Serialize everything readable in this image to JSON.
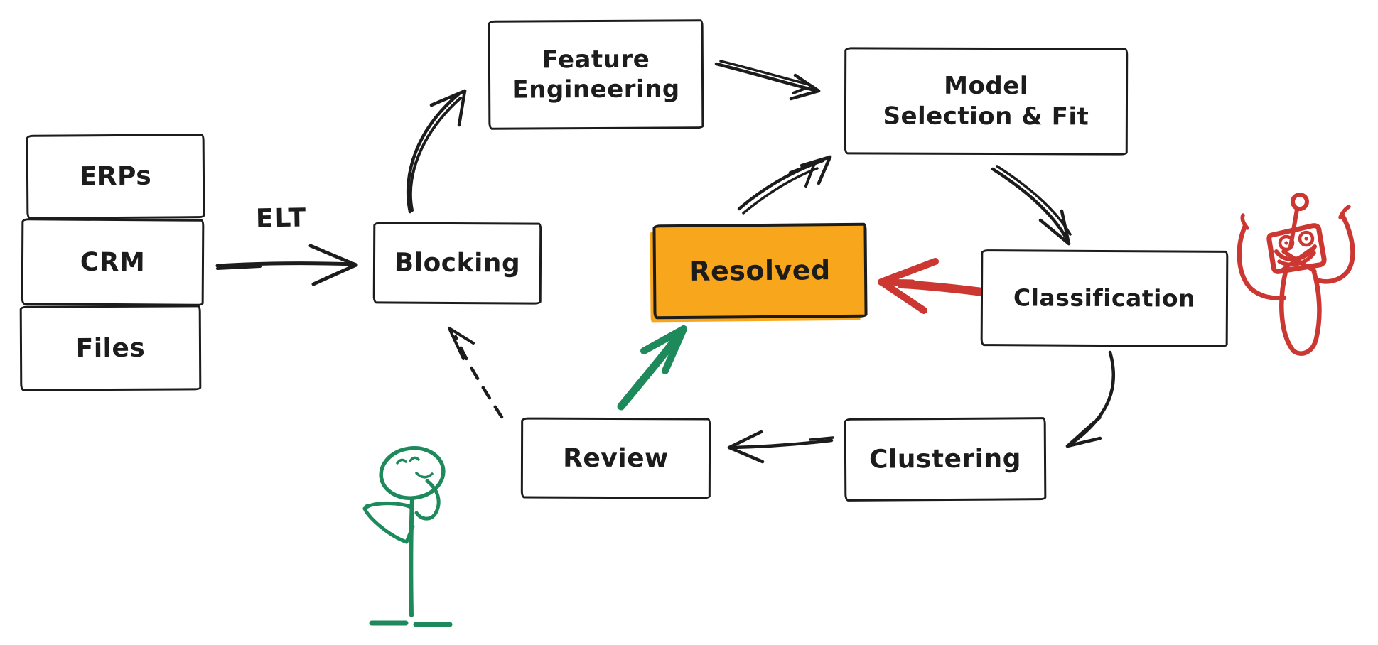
{
  "colors": {
    "ink": "#1c1c1c",
    "red": "#cd3732",
    "green": "#1e8a5c",
    "orange": "#f8a61c",
    "paper": "#ffffff",
    "hatch": "#cfd8e0"
  },
  "diagram": {
    "sources": {
      "erps": {
        "label": "ERPs"
      },
      "crm": {
        "label": "CRM"
      },
      "files": {
        "label": "Files"
      }
    },
    "nodes": {
      "blocking": {
        "label": "Blocking"
      },
      "feature_engineering": {
        "line1": "Feature",
        "line2": "Engineering"
      },
      "model_selection": {
        "line1": "Model",
        "line2": "Selection & Fit"
      },
      "resolved": {
        "label": "Resolved",
        "fill": "#f8a61c"
      },
      "classification": {
        "label": "Classification"
      },
      "clustering": {
        "label": "Clustering"
      },
      "review": {
        "label": "Review"
      }
    },
    "edges": {
      "elt": {
        "label": "ELT",
        "from": "sources",
        "to": "blocking",
        "style": "solid",
        "color": "#1c1c1c"
      },
      "blocking_to_feature": {
        "from": "blocking",
        "to": "feature_engineering",
        "style": "solid",
        "color": "#1c1c1c"
      },
      "feature_to_model": {
        "from": "feature_engineering",
        "to": "model_selection",
        "style": "solid",
        "color": "#1c1c1c"
      },
      "model_to_classification": {
        "from": "model_selection",
        "to": "classification",
        "style": "solid",
        "color": "#1c1c1c"
      },
      "classification_to_resolved": {
        "from": "classification",
        "to": "resolved",
        "style": "solid",
        "color": "#cd3732"
      },
      "classification_to_clustering": {
        "from": "classification",
        "to": "clustering",
        "style": "solid",
        "color": "#1c1c1c"
      },
      "clustering_to_review": {
        "from": "clustering",
        "to": "review",
        "style": "solid",
        "color": "#1c1c1c"
      },
      "review_to_resolved": {
        "from": "review",
        "to": "resolved",
        "style": "solid",
        "color": "#1e8a5c"
      },
      "review_to_blocking": {
        "from": "review",
        "to": "blocking",
        "style": "dashed",
        "color": "#1c1c1c"
      },
      "resolved_to_model": {
        "from": "resolved",
        "to": "model_selection",
        "style": "solid-double",
        "color": "#1c1c1c"
      }
    },
    "figures": {
      "thinking_person": {
        "name": "thinking-person",
        "color": "#1e8a5c"
      },
      "robot": {
        "name": "cheering-robot",
        "color": "#cd3732"
      }
    }
  }
}
